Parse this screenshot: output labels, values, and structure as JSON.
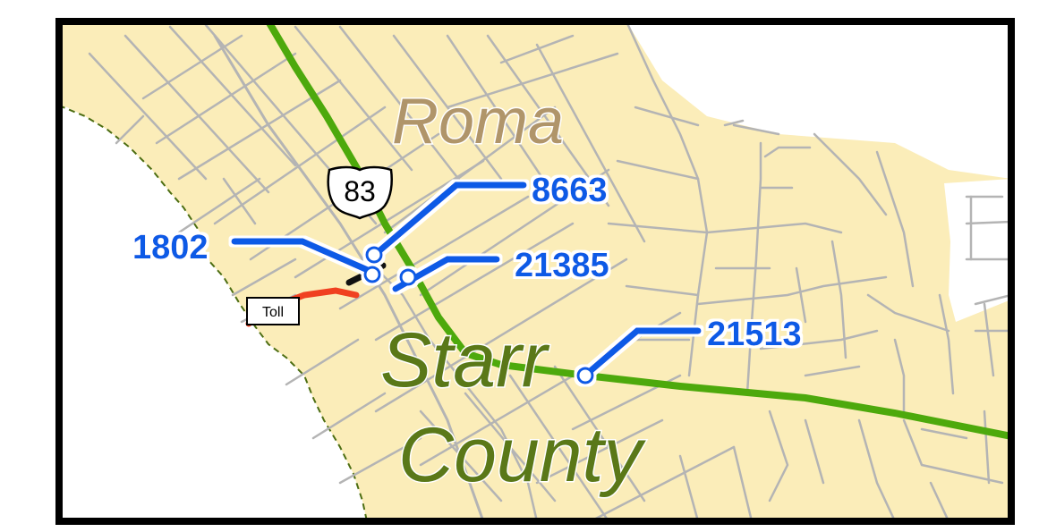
{
  "map": {
    "places": {
      "city": "Roma",
      "county_line1": "Starr",
      "county_line2": "County"
    },
    "route_shield": "83",
    "toll_label": "Toll",
    "callouts": [
      {
        "id": "1802",
        "label": "1802"
      },
      {
        "id": "8663",
        "label": "8663"
      },
      {
        "id": "21385",
        "label": "21385"
      },
      {
        "id": "21513",
        "label": "21513"
      }
    ],
    "colors": {
      "land": "#fbedb9",
      "river_side": "#ffffff",
      "streets": "#b4b4b4",
      "highway": "#4da90c",
      "toll_road": "#f04020",
      "callout": "#0a5ae6",
      "city_label": "#b0956a",
      "county_label": "#5a7818",
      "border": "#000000"
    }
  }
}
